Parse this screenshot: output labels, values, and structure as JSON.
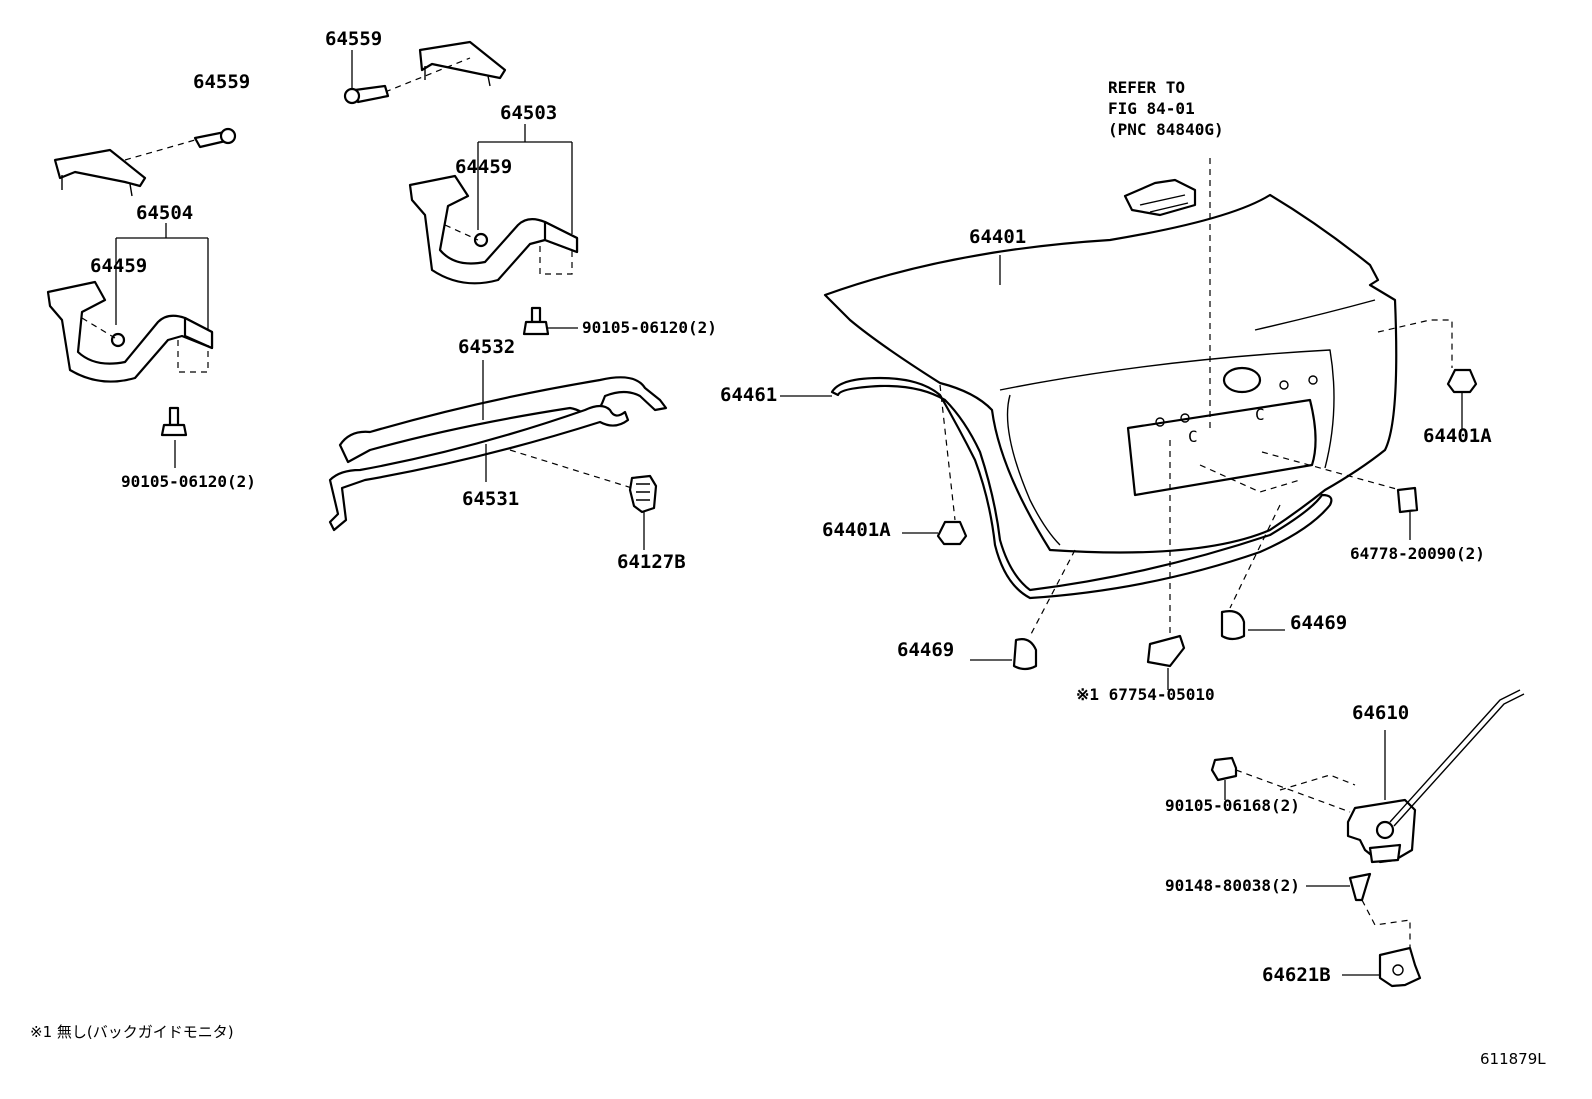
{
  "labels": {
    "p64559_a": "64559",
    "p64559_b": "64559",
    "p64503": "64503",
    "p64459_a": "64459",
    "p64504": "64504",
    "p64459_b": "64459",
    "p90105_06120_a": "90105-06120(2)",
    "p90105_06120_b": "90105-06120(2)",
    "p64532": "64532",
    "p64531": "64531",
    "p64127B": "64127B",
    "p64401": "64401",
    "p64461": "64461",
    "p64401A_a": "64401A",
    "p64401A_b": "64401A",
    "p64778": "64778-20090(2)",
    "p64469_a": "64469",
    "p64469_b": "64469",
    "p67754": "※1 67754-05010",
    "p64610": "64610",
    "p90105_06168": "90105-06168(2)",
    "p90148": "90148-80038(2)",
    "p64621B": "64621B"
  },
  "refer": {
    "line1": "REFER TO",
    "line2": "FIG 84-01",
    "line3": "(PNC 84840G)"
  },
  "footnote": "※1 無し(バックガイドモニタ)",
  "figure_id": "611879L",
  "colors": {
    "ink": "#000000",
    "paper": "#ffffff"
  }
}
